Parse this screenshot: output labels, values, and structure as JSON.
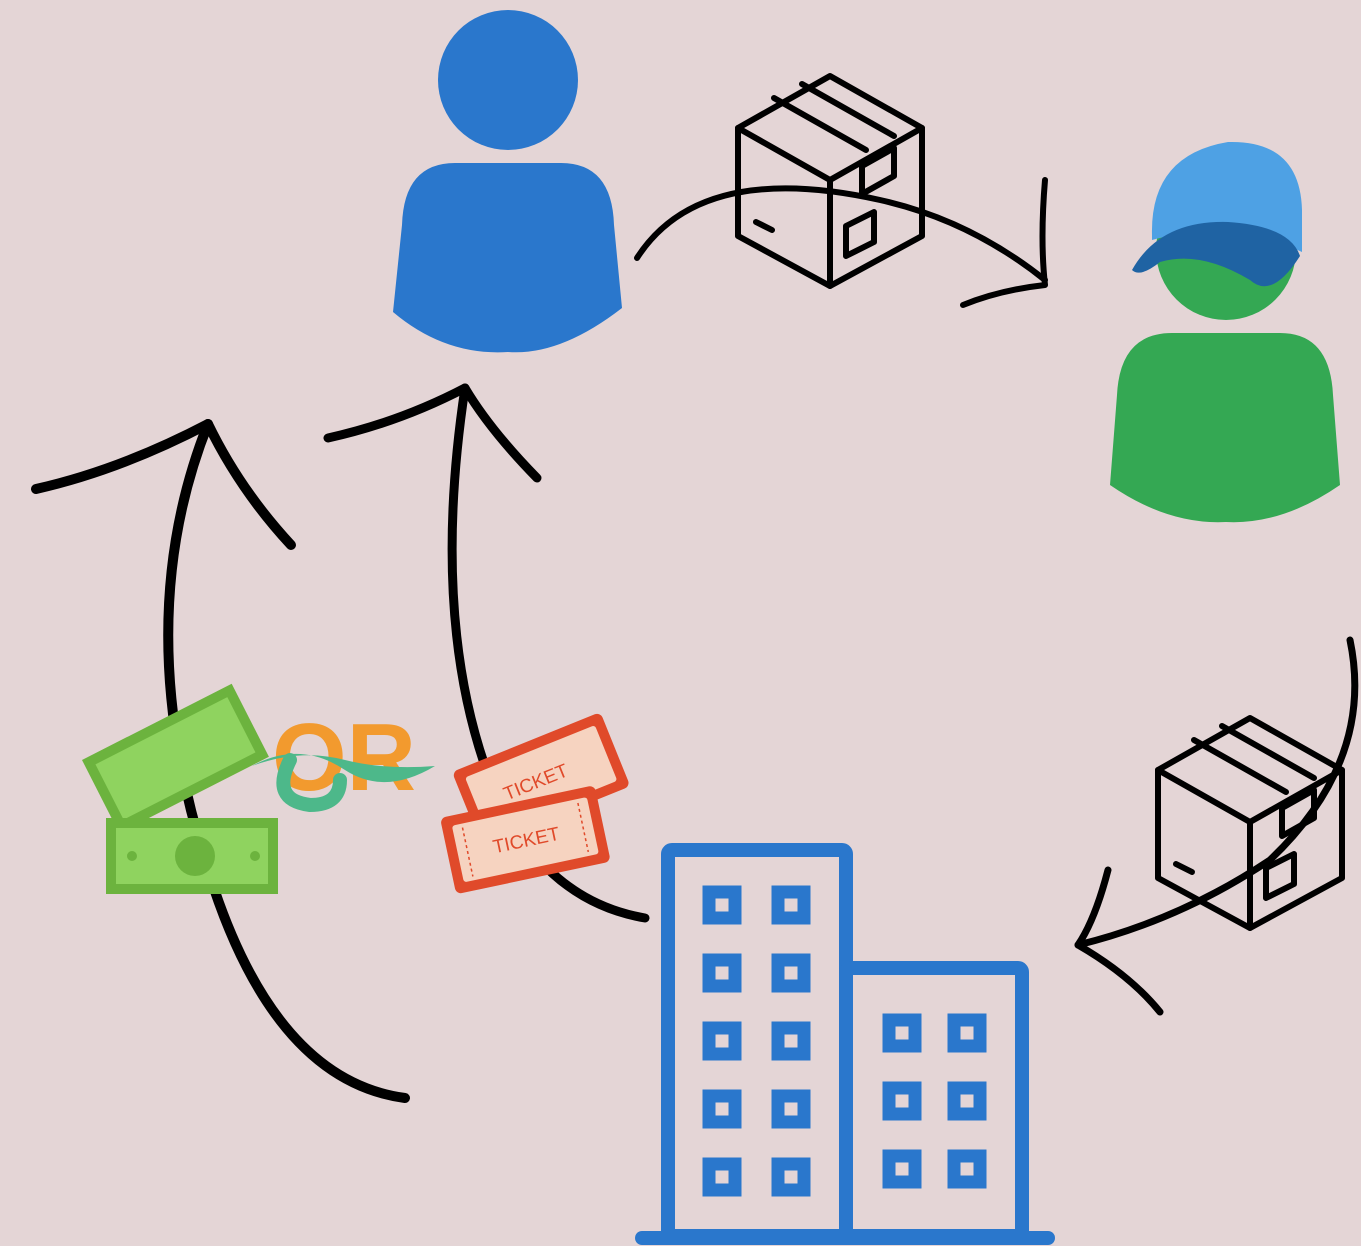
{
  "colors": {
    "background": "#e4d5d6",
    "customer": "#2a77cc",
    "courier_body": "#34a853",
    "cap_top": "#4ea1e4",
    "cap_brim": "#1f63a3",
    "building": "#2a77cc",
    "cash_dark": "#6cb33e",
    "cash_light": "#8fd35f",
    "ticket_border": "#e04a2a",
    "ticket_fill": "#f6d3c0",
    "or_orange": "#f29a2e",
    "or_green": "#4db88a"
  },
  "nodes": {
    "customer": {
      "icon": "person-icon"
    },
    "courier": {
      "icon": "courier-person-icon"
    },
    "company": {
      "icon": "office-building-icon"
    },
    "package_top": {
      "icon": "package-box-icon"
    },
    "package_right": {
      "icon": "package-box-icon"
    },
    "cash": {
      "icon": "cash-banknotes-icon"
    },
    "tickets": {
      "icon": "ticket-icon",
      "label_back": "TICKET",
      "label_front": "TICKET"
    }
  },
  "connector": {
    "text": "OR"
  }
}
